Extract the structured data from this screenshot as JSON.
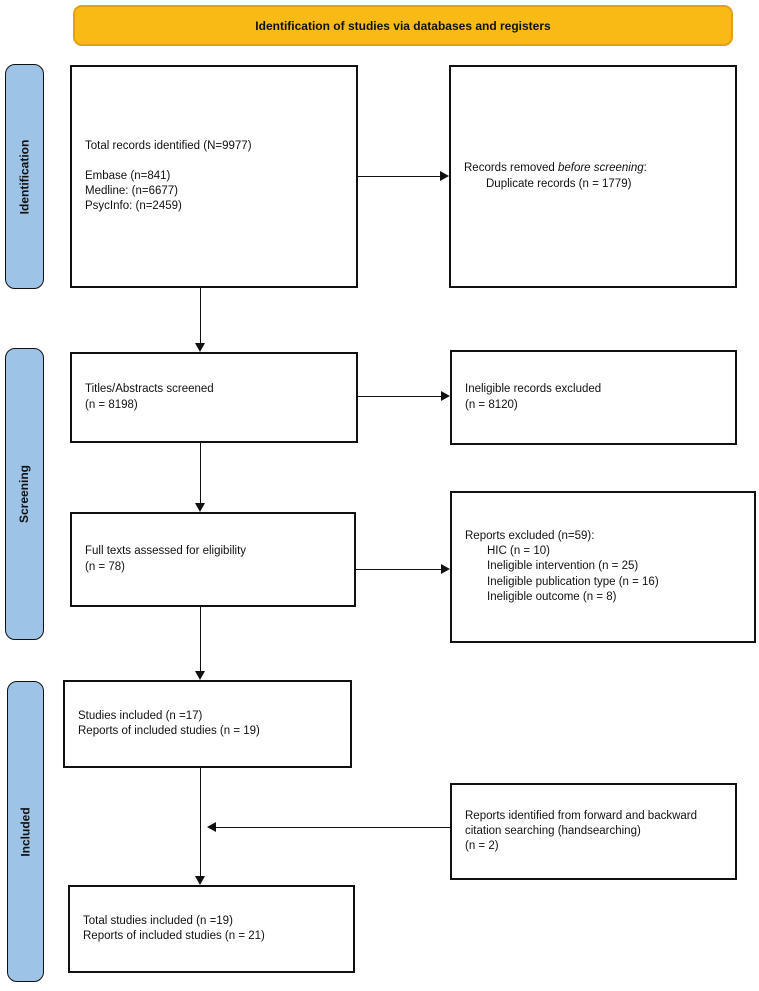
{
  "header": {
    "title": "Identification of studies via databases and registers"
  },
  "sidebar": {
    "stages": [
      {
        "label": "Identification"
      },
      {
        "label": "Screening"
      },
      {
        "label": "Included"
      }
    ]
  },
  "flow": {
    "total_records": {
      "title": "Total records identified (N=9977)",
      "sources": [
        "Embase (n=841)",
        "Medline: (n=6677)",
        "PsycInfo: (n=2459)"
      ]
    },
    "records_removed": {
      "prefix": "Records removed ",
      "italic": "before screening",
      "suffix": ":",
      "detail": "Duplicate records (n = 1779)"
    },
    "titles_screened": {
      "line1": "Titles/Abstracts screened",
      "line2": "(n = 8198)"
    },
    "ineligible_excluded": {
      "line1": "Ineligible records excluded",
      "line2": "(n = 8120)"
    },
    "full_texts": {
      "line1": "Full texts assessed for eligibility",
      "line2": "(n = 78)"
    },
    "reports_excluded": {
      "title": "Reports excluded (n=59):",
      "reasons": [
        "HIC (n = 10)",
        "Ineligible intervention (n = 25)",
        "Ineligible publication type (n = 16)",
        "Ineligible outcome (n = 8)"
      ]
    },
    "studies_included": {
      "line1": "Studies included (n =17)",
      "line2": "Reports of included studies (n = 19)"
    },
    "citation_searching": {
      "line1": "Reports identified from forward and backward",
      "line2": "citation searching (handsearching)",
      "line3": "(n = 2)"
    },
    "total_included": {
      "line1": "Total studies included (n =19)",
      "line2": "Reports of included studies (n = 21)"
    }
  },
  "colors": {
    "banner_fill": "#F9BA15",
    "banner_border": "#DFA213",
    "stage_fill": "#9DC3E6",
    "line_color": "#111111"
  }
}
